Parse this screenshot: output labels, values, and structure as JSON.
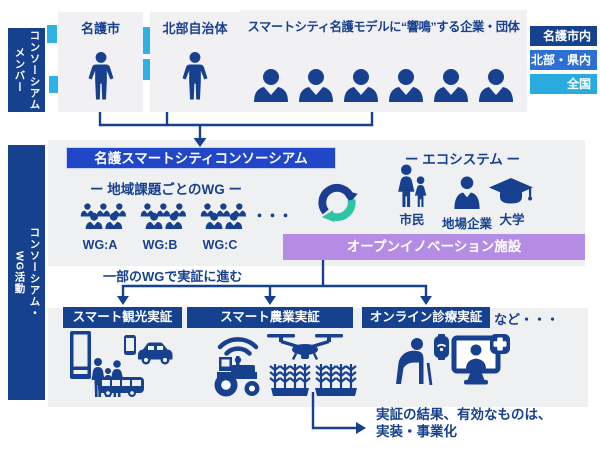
{
  "rails": {
    "members": [
      "コンソーシアム",
      "メンバー"
    ],
    "activities": [
      "コンソーシアム・",
      "WG活動"
    ]
  },
  "top": {
    "nago": "名護市",
    "hokubu": "北部自治体",
    "companies": "スマートシティ名護モデルに“響鳴”する企業・団体",
    "tags": [
      {
        "label": "名護市内",
        "color": "#16418f"
      },
      {
        "label": "北部・県内",
        "color": "#2e6fd3"
      },
      {
        "label": "全国",
        "color": "#2aabdf"
      }
    ]
  },
  "mid": {
    "consortium_title": "名護スマートシティコンソーシアム",
    "wg_heading": "ー 地域課題ごとのWG ー",
    "wg_groups": [
      "WG:A",
      "WG:B",
      "WG:C"
    ],
    "wg_more": "・・・",
    "eco_heading": "ー エコシステム ー",
    "eco_labels": [
      "市民",
      "地場企業",
      "大学"
    ],
    "open_innovation": "オープンイノベーション施設"
  },
  "bottom": {
    "note": "一部のWGで実証に進む",
    "experiments": [
      "スマート観光実証",
      "スマート農業実証",
      "オンライン診療実証"
    ],
    "etc": "など・・・",
    "result": [
      "実証の結果、有効なものは、",
      "実装・事業化"
    ]
  },
  "colors": {
    "navy": "#17418f",
    "consortium_blue": "#2146c8",
    "mid_blue": "#2e6fd3",
    "cyan": "#2aabdf",
    "deco_cyan": "#2fb0e6",
    "purple": "#b48ce4",
    "teal": "#2ec4a5",
    "panel_gray": "#eff0f2"
  }
}
